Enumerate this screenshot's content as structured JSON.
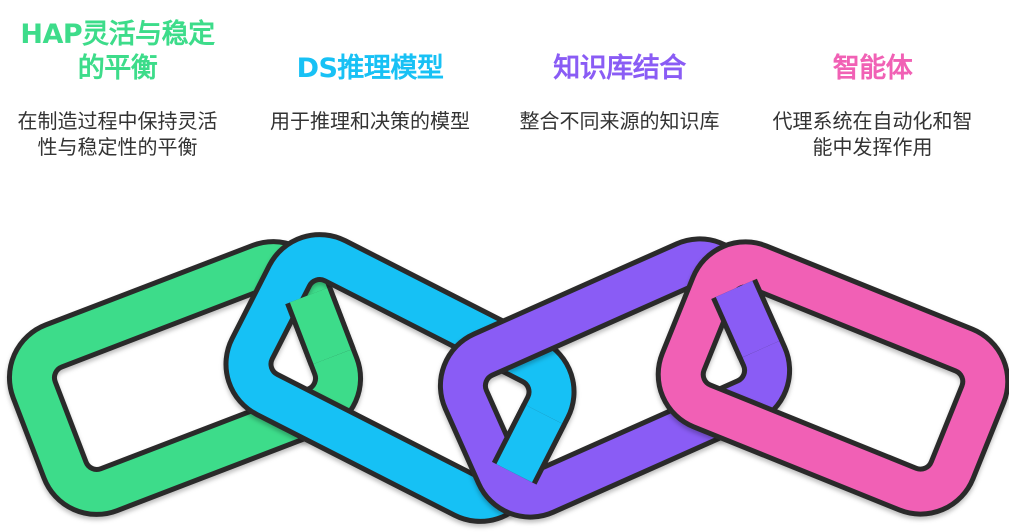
{
  "colors": {
    "green": "#3ddc8a",
    "blue": "#18c1f5",
    "purple": "#8a5cf5",
    "pink": "#f161b5",
    "outline": "#2a2a2a",
    "description_text": "#333333"
  },
  "items": [
    {
      "title": "HAP灵活与稳定的平衡",
      "description": "在制造过程中保持灵活性与稳定性的平衡",
      "color": "#3ddc8a"
    },
    {
      "title": "DS推理模型",
      "description": "用于推理和决策的模型",
      "color": "#18c1f5"
    },
    {
      "title": "知识库结合",
      "description": "整合不同来源的知识库",
      "color": "#8a5cf5"
    },
    {
      "title": "智能体",
      "description": "代理系统在自动化和智能中发挥作用",
      "color": "#f161b5"
    }
  ]
}
